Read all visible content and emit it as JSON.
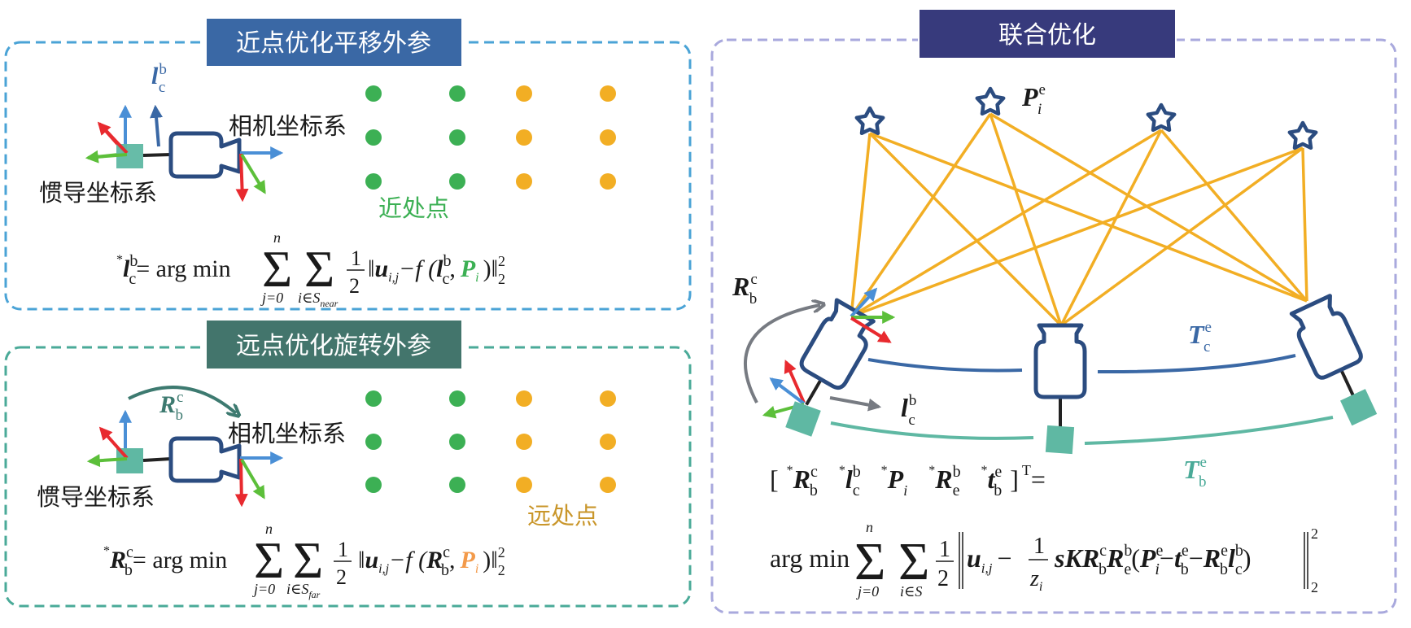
{
  "colors": {
    "near_panel_border": "#4aa3d6",
    "near_title_bg": "#3a68a5",
    "far_panel_border": "#4aaa98",
    "far_title_bg": "#43756c",
    "joint_panel_border": "#a9a9dd",
    "joint_title_bg": "#373a7c",
    "near_point": "#3cb054",
    "far_point": "#f2ae24",
    "far_label": "#c9962a",
    "camera_outline": "#2b4c80",
    "imu_fill": "#5fb8a3",
    "ray": "#f2ae24",
    "axis_red": "#e82a2f",
    "axis_green": "#5cbf3a",
    "axis_blue": "#4a8fd6",
    "axis_dark_blue": "#3a68a5",
    "gray_arrow": "#777b82",
    "rot_arc": "#3d7a70",
    "traj_camera": "#3a68a5",
    "traj_imu": "#5fb8a3"
  },
  "near_panel": {
    "title": "近点优化平移外参",
    "translation_label": {
      "main": "l",
      "sup": "b",
      "sub": "c"
    },
    "camera_frame_label": "相机坐标系",
    "imu_frame_label": "惯导坐标系",
    "points_label": "近处点",
    "points_grid": {
      "rows": 3,
      "columns": [
        "near",
        "near",
        "far",
        "far"
      ]
    },
    "formula": {
      "lhs": {
        "star": "*",
        "main": "l",
        "sup": "b",
        "sub": "c"
      },
      "eq": "= arg min",
      "sum1": {
        "top": "n",
        "bottom": "j=0"
      },
      "sum2": {
        "bottom_main": "i∈S",
        "bottom_sub": "near"
      },
      "frac": {
        "num": "1",
        "den": "2"
      },
      "body_u": "u",
      "body_u_sub": "i,j",
      "body_mid": "−f (",
      "arg_main": "l",
      "arg_sup": "b",
      "arg_sub": "c",
      "comma": ",",
      "point": "P",
      "point_sub": "i",
      "close": ")",
      "norm_sup": "2",
      "norm_sub": "2"
    }
  },
  "far_panel": {
    "title": "远点优化旋转外参",
    "rotation_label": {
      "main": "R",
      "sup": "c",
      "sub": "b"
    },
    "camera_frame_label": "相机坐标系",
    "imu_frame_label": "惯导坐标系",
    "points_label": "远处点",
    "points_grid": {
      "rows": 3,
      "columns": [
        "near",
        "near",
        "far",
        "far"
      ]
    },
    "formula": {
      "lhs": {
        "star": "*",
        "main": "R",
        "sup": "c",
        "sub": "b"
      },
      "eq": "= arg min",
      "sum1": {
        "top": "n",
        "bottom": "j=0"
      },
      "sum2": {
        "bottom_main": "i∈S",
        "bottom_sub": "far"
      },
      "frac": {
        "num": "1",
        "den": "2"
      },
      "body_u": "u",
      "body_u_sub": "i,j",
      "body_mid": "−f (",
      "arg_main": "R",
      "arg_sup": "c",
      "arg_sub": "b",
      "comma": ",",
      "point": "P",
      "point_sub": "i",
      "close": ")",
      "norm_sup": "2",
      "norm_sub": "2"
    }
  },
  "joint_panel": {
    "title": "联合优化",
    "landmark_label": {
      "main": "P",
      "sup": "e",
      "sub": "i"
    },
    "rotation_label": {
      "main": "R",
      "sup": "c",
      "sub": "b"
    },
    "translation_label": {
      "main": "l",
      "sup": "b",
      "sub": "c"
    },
    "camera_traj_label": {
      "main": "T",
      "sup": "e",
      "sub": "c"
    },
    "imu_traj_label": {
      "main": "T",
      "sup": "e",
      "sub": "b"
    },
    "landmarks_count": 4,
    "camera_poses_count": 3,
    "formula_line1": {
      "open": "[",
      "terms": [
        {
          "star": "*",
          "main": "R",
          "sup": "c",
          "sub": "b"
        },
        {
          "star": "*",
          "main": "l",
          "sup": "b",
          "sub": "c"
        },
        {
          "star": "*",
          "main": "P",
          "sup": "",
          "sub": "i"
        },
        {
          "star": "*",
          "main": "R",
          "sup": "b",
          "sub": "e"
        },
        {
          "star": "*",
          "main": "t",
          "sup": "e",
          "sub": "b"
        }
      ],
      "close": "]",
      "transpose": "T",
      "eq": "="
    },
    "formula_line2": {
      "argmin": "arg min",
      "sum1": {
        "top": "n",
        "bottom": "j=0"
      },
      "sum2": {
        "bottom": "i∈S"
      },
      "frac": {
        "num": "1",
        "den": "2"
      },
      "u": "u",
      "u_sub": "i,j",
      "minus": "−",
      "frac2": {
        "num": "1",
        "den": "z",
        "den_sub": "i"
      },
      "s": "s",
      "K": "K",
      "R1": "R",
      "R1_sup": "c",
      "R1_sub": "b",
      "R2": "R",
      "R2_sup": "b",
      "R2_sub": "e",
      "open": "(",
      "P": "P",
      "P_sup": "e",
      "P_sub": "i",
      "minus2": "−",
      "t": "t",
      "t_sup": "e",
      "t_sub": "b",
      "minus3": "−",
      "R3": "R",
      "R3_sup": "e",
      "R3_sub": "b",
      "l": "l",
      "l_sup": "b",
      "l_sub": "c",
      "close": ")",
      "norm_sup": "2",
      "norm_sub": "2"
    }
  }
}
